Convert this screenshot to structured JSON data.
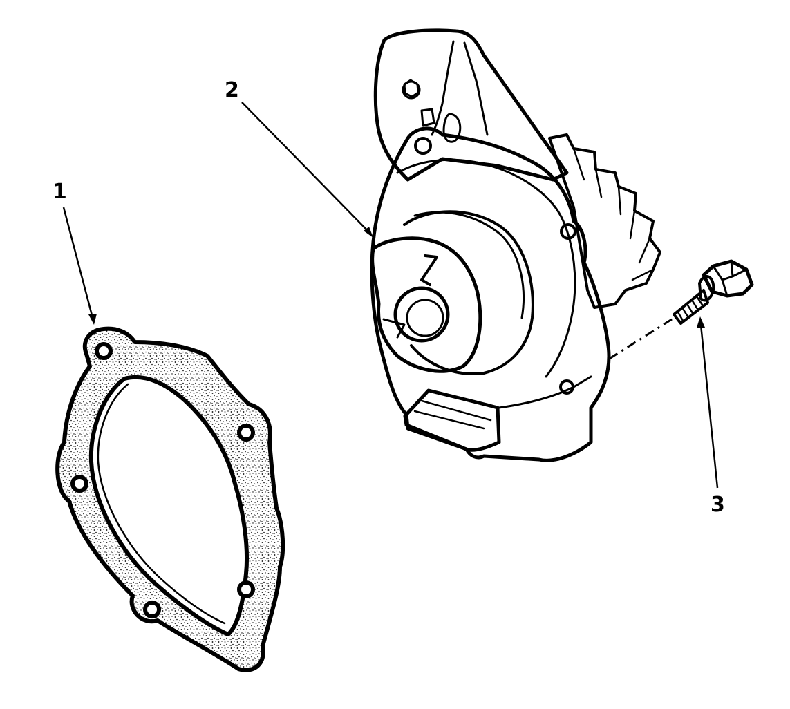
{
  "diagram": {
    "callouts": [
      {
        "id": "gasket",
        "label": "1"
      },
      {
        "id": "water-pump",
        "label": "2"
      },
      {
        "id": "bolt",
        "label": "3"
      }
    ],
    "colors": {
      "ink": "#000000",
      "background": "#ffffff",
      "gasket_fill": "#e6e6e6"
    }
  }
}
